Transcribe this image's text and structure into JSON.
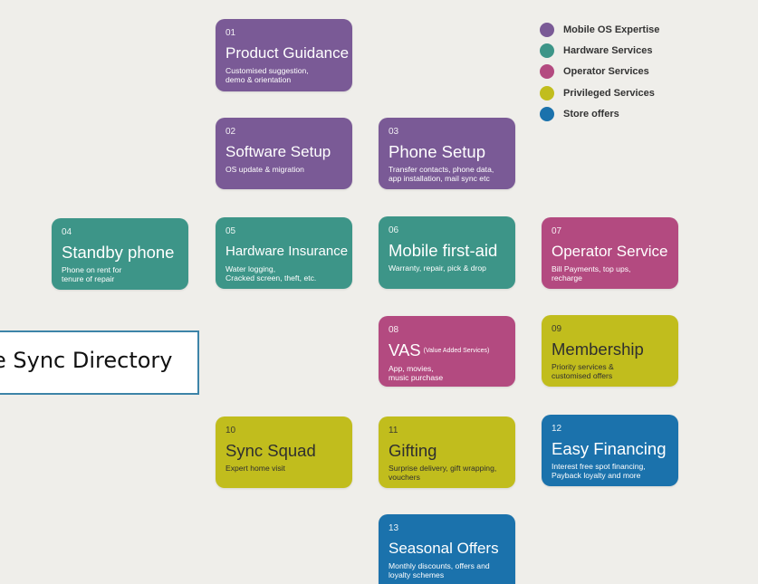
{
  "legend": [
    {
      "label": "Mobile OS Expertise",
      "color": "#7a5a96"
    },
    {
      "label": "Hardware Services",
      "color": "#3d9588"
    },
    {
      "label": "Operator Services",
      "color": "#b34a80"
    },
    {
      "label": "Privileged Services",
      "color": "#c1bd1d"
    },
    {
      "label": "Store offers",
      "color": "#1b72ac"
    }
  ],
  "tiles": [
    {
      "num": "01",
      "title": "Product Guidance",
      "desc": "Customised suggestion,\ndemo & orientation",
      "category": "Mobile OS Expertise"
    },
    {
      "num": "02",
      "title": "Software Setup",
      "desc": "OS update & migration",
      "category": "Mobile OS Expertise"
    },
    {
      "num": "03",
      "title": "Phone Setup",
      "desc": "Transfer contacts, phone data,\napp installation, mail sync etc",
      "category": "Mobile OS Expertise"
    },
    {
      "num": "04",
      "title": "Standby phone",
      "desc": "Phone on rent for\ntenure of repair",
      "category": "Hardware Services"
    },
    {
      "num": "05",
      "title": "Hardware Insurance",
      "desc": "Water logging,\nCracked screen, theft, etc.",
      "category": "Hardware Services"
    },
    {
      "num": "06",
      "title": "Mobile first-aid",
      "desc": "Warranty, repair, pick & drop",
      "category": "Hardware Services"
    },
    {
      "num": "07",
      "title": "Operator Service",
      "desc": "Bill Payments, top ups,\nrecharge",
      "category": "Operator Services"
    },
    {
      "num": "08",
      "title": "VAS",
      "subtitle": "(Value Added Services)",
      "desc": "App, movies,\nmusic purchase",
      "category": "Operator Services"
    },
    {
      "num": "09",
      "title": "Membership",
      "desc": "Priority services &\ncustomised offers",
      "category": "Privileged Services"
    },
    {
      "num": "10",
      "title": "Sync Squad",
      "desc": "Expert home visit",
      "category": "Privileged Services"
    },
    {
      "num": "11",
      "title": "Gifting",
      "desc": "Surprise delivery, gift wrapping,\nvouchers",
      "category": "Privileged Services"
    },
    {
      "num": "12",
      "title": "Easy Financing",
      "desc": "Interest free spot financing,\nPayback loyalty and more",
      "category": "Store offers"
    },
    {
      "num": "13",
      "title": "Seasonal Offers",
      "desc": "Monthly discounts, offers and\nloyalty schemes",
      "category": "Store offers"
    }
  ],
  "directory_label": "e Sync Directory"
}
